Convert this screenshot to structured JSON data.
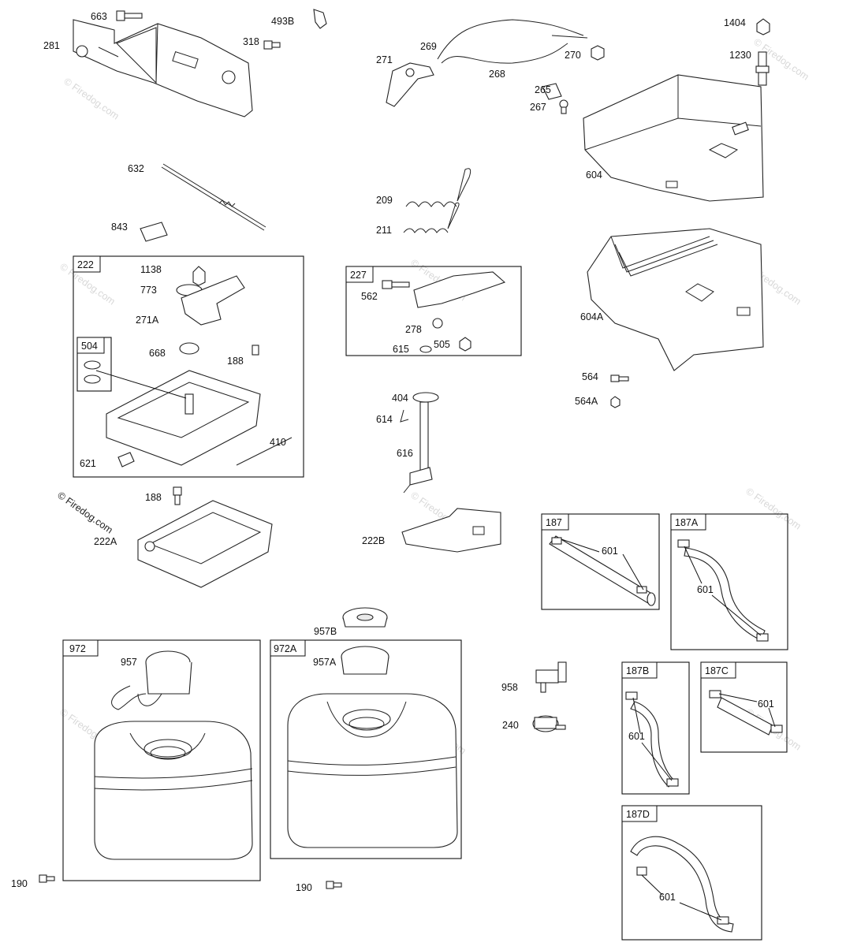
{
  "watermark": {
    "text": "© Firedog.com",
    "color": "#d8d8d8"
  },
  "group_boxes": [
    {
      "id": "b222",
      "label": "222"
    },
    {
      "id": "b504",
      "label": "504"
    },
    {
      "id": "b227",
      "label": "227"
    },
    {
      "id": "b187",
      "label": "187"
    },
    {
      "id": "b187A",
      "label": "187A"
    },
    {
      "id": "b187B",
      "label": "187B"
    },
    {
      "id": "b187C",
      "label": "187C"
    },
    {
      "id": "b187D",
      "label": "187D"
    },
    {
      "id": "b972",
      "label": "972"
    },
    {
      "id": "b972A",
      "label": "972A"
    }
  ],
  "callouts": [
    {
      "id": "c663",
      "label": "663"
    },
    {
      "id": "c493B",
      "label": "493B"
    },
    {
      "id": "c318",
      "label": "318"
    },
    {
      "id": "c281",
      "label": "281"
    },
    {
      "id": "c269",
      "label": "269"
    },
    {
      "id": "c271",
      "label": "271"
    },
    {
      "id": "c268",
      "label": "268"
    },
    {
      "id": "c270",
      "label": "270"
    },
    {
      "id": "c265",
      "label": "265"
    },
    {
      "id": "c267",
      "label": "267"
    },
    {
      "id": "c1404",
      "label": "1404"
    },
    {
      "id": "c1230",
      "label": "1230"
    },
    {
      "id": "c604",
      "label": "604"
    },
    {
      "id": "c632",
      "label": "632"
    },
    {
      "id": "c843",
      "label": "843"
    },
    {
      "id": "c209",
      "label": "209"
    },
    {
      "id": "c211",
      "label": "211"
    },
    {
      "id": "c1138",
      "label": "1138"
    },
    {
      "id": "c773",
      "label": "773"
    },
    {
      "id": "c271A",
      "label": "271A"
    },
    {
      "id": "c668",
      "label": "668"
    },
    {
      "id": "c188a",
      "label": "188"
    },
    {
      "id": "c410",
      "label": "410"
    },
    {
      "id": "c621",
      "label": "621"
    },
    {
      "id": "c562",
      "label": "562"
    },
    {
      "id": "c278",
      "label": "278"
    },
    {
      "id": "c505",
      "label": "505"
    },
    {
      "id": "c604A",
      "label": "604A"
    },
    {
      "id": "c615",
      "label": "615"
    },
    {
      "id": "c404",
      "label": "404"
    },
    {
      "id": "c614",
      "label": "614"
    },
    {
      "id": "c616",
      "label": "616"
    },
    {
      "id": "c564",
      "label": "564"
    },
    {
      "id": "c564A",
      "label": "564A"
    },
    {
      "id": "c188b",
      "label": "188"
    },
    {
      "id": "c222A",
      "label": "222A"
    },
    {
      "id": "c222B",
      "label": "222B"
    },
    {
      "id": "c601a",
      "label": "601"
    },
    {
      "id": "c601b",
      "label": "601"
    },
    {
      "id": "c957B",
      "label": "957B"
    },
    {
      "id": "c957",
      "label": "957"
    },
    {
      "id": "c957A",
      "label": "957A"
    },
    {
      "id": "c958",
      "label": "958"
    },
    {
      "id": "c240",
      "label": "240"
    },
    {
      "id": "c601c",
      "label": "601"
    },
    {
      "id": "c601d",
      "label": "601"
    },
    {
      "id": "c190a",
      "label": "190"
    },
    {
      "id": "c190b",
      "label": "190"
    },
    {
      "id": "c601e",
      "label": "601"
    }
  ]
}
